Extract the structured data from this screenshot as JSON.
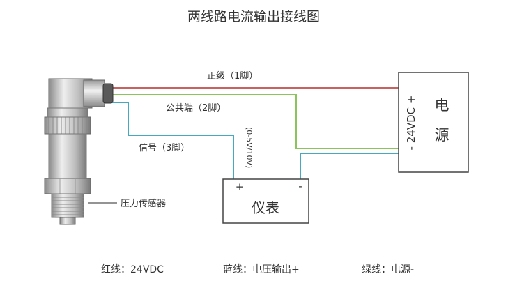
{
  "title": "两线路电流输出接线图",
  "labels": {
    "positive": "正级（1脚）",
    "common": "公共端（2脚）",
    "signal": "信号（3脚）",
    "range": "(0-5V/10V)",
    "sensor": "压力传感器"
  },
  "power_box": {
    "voltage": "- 24VDC +",
    "name_line1": "电",
    "name_line2": "源"
  },
  "meter_box": {
    "plus": "+",
    "minus": "-",
    "name": "仪表"
  },
  "legend": {
    "red": "红线：24VDC",
    "blue": "蓝线：电压输出+",
    "green": "绿线：电源-"
  },
  "colors": {
    "red_wire": "#c8615f",
    "green_wire": "#8bc45a",
    "blue_wire": "#45a9c2",
    "box_stroke": "#444444"
  }
}
